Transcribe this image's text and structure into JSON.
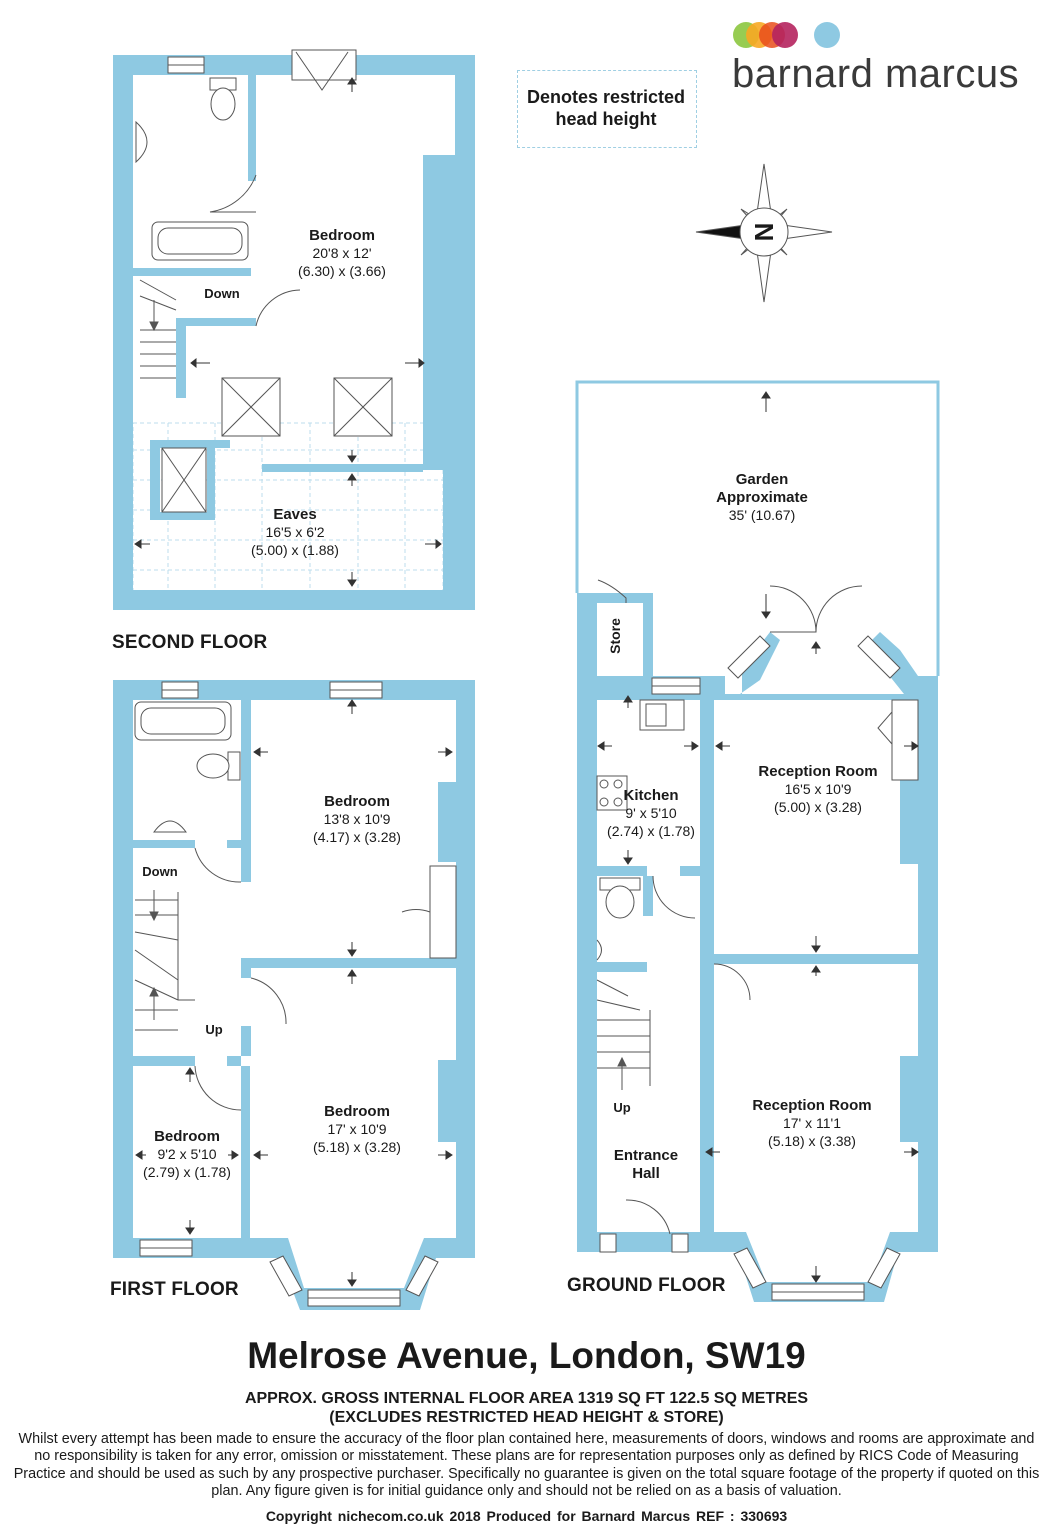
{
  "brand": {
    "name": "barnard marcus",
    "dot_colors": [
      "#8cc63f",
      "#f7a823",
      "#e94e1b",
      "#b5245e",
      "#8ec9e2"
    ]
  },
  "legend": {
    "line1": "Denotes restricted",
    "line2": "head height"
  },
  "compass": {
    "letter": "N"
  },
  "colors": {
    "wall": "#8ec9e2",
    "text": "#1a1a1a"
  },
  "floors": {
    "second": "SECOND FLOOR",
    "first": "FIRST FLOOR",
    "ground": "GROUND FLOOR"
  },
  "rooms": {
    "sf_bedroom": {
      "name": "Bedroom",
      "imperial": "20'8 x 12'",
      "metric": "(6.30) x (3.66)"
    },
    "sf_eaves": {
      "name": "Eaves",
      "imperial": "16'5 x 6'2",
      "metric": "(5.00) x (1.88)"
    },
    "sf_down": "Down",
    "ff_bedroom1": {
      "name": "Bedroom",
      "imperial": "13'8 x 10'9",
      "metric": "(4.17) x (3.28)"
    },
    "ff_bedroom2": {
      "name": "Bedroom",
      "imperial": "17' x 10'9",
      "metric": "(5.18) x (3.28)"
    },
    "ff_bedroom3": {
      "name": "Bedroom",
      "imperial": "9'2 x 5'10",
      "metric": "(2.79) x (1.78)"
    },
    "ff_down": "Down",
    "ff_up": "Up",
    "gf_garden": {
      "name": "Garden",
      "line2": "Approximate",
      "dim": "35' (10.67)"
    },
    "gf_store": "Store",
    "gf_kitchen": {
      "name": "Kitchen",
      "imperial": "9' x 5'10",
      "metric": "(2.74) x (1.78)"
    },
    "gf_reception1": {
      "name": "Reception Room",
      "imperial": "16'5 x 10'9",
      "metric": "(5.00) x (3.28)"
    },
    "gf_reception2": {
      "name": "Reception Room",
      "imperial": "17' x 11'1",
      "metric": "(5.18) x (3.38)"
    },
    "gf_hall": {
      "line1": "Entrance",
      "line2": "Hall"
    },
    "gf_up": "Up"
  },
  "footer": {
    "address": "Melrose Avenue, London, SW19",
    "area_line1": "APPROX. GROSS INTERNAL FLOOR AREA 1319 SQ FT 122.5 SQ METRES",
    "area_line2": "(EXCLUDES RESTRICTED HEAD HEIGHT & STORE)",
    "disclaimer": "Whilst every attempt has been made to ensure the accuracy of the floor plan contained here, measurements of doors, windows and rooms are approximate and no responsibility is taken for any error, omission or misstatement. These plans are for representation purposes only as defined by RICS Code of Measuring Practice and should be used as such by any prospective purchaser.  Specifically no guarantee is given on the total square footage of the property if quoted on this plan. Any figure given is for initial guidance only and should not be relied on as a basis of valuation.",
    "credits": "Copyright nichecom.co.uk 2018    Produced for Barnard Marcus    REF : 330693"
  }
}
